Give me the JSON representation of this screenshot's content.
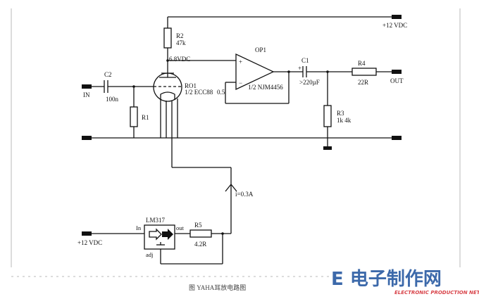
{
  "labels": {
    "in": "IN",
    "out": "OUT",
    "supply_top": "+12 VDC",
    "supply_bottom": "+12 VDC",
    "c2_ref": "C2",
    "c2_val": "100n",
    "r1_ref": "R1",
    "r2_ref": "R2",
    "r2_val": "47k",
    "plate_voltage": "6.8VDC",
    "tube_ref": "RO1",
    "tube_val": "1/2 ECC88",
    "tube_extra": "0.5",
    "op_ref": "OP1",
    "op_val": "1/2 NJM4456",
    "op_plus": "+",
    "op_minus": "−",
    "c1_ref": "C1",
    "c1_val": ">220µF",
    "c1_plus": "+",
    "r3_ref": "R3",
    "r3_val": "1k  4k",
    "r4_ref": "R4",
    "r4_val": "22R",
    "current": "i=0.3A",
    "reg_ref": "LM317",
    "reg_in": "In",
    "reg_out": "out",
    "reg_adj": "adj",
    "r5_ref": "R5",
    "r5_val": "4.2R"
  },
  "caption": "图   YAHA耳放电路图",
  "watermark": {
    "logo": "E 电子制作网",
    "subtext": "ELECTRONIC PRODUCTION NET",
    "color": "#1b4f9c",
    "accent": "#d2232a"
  }
}
